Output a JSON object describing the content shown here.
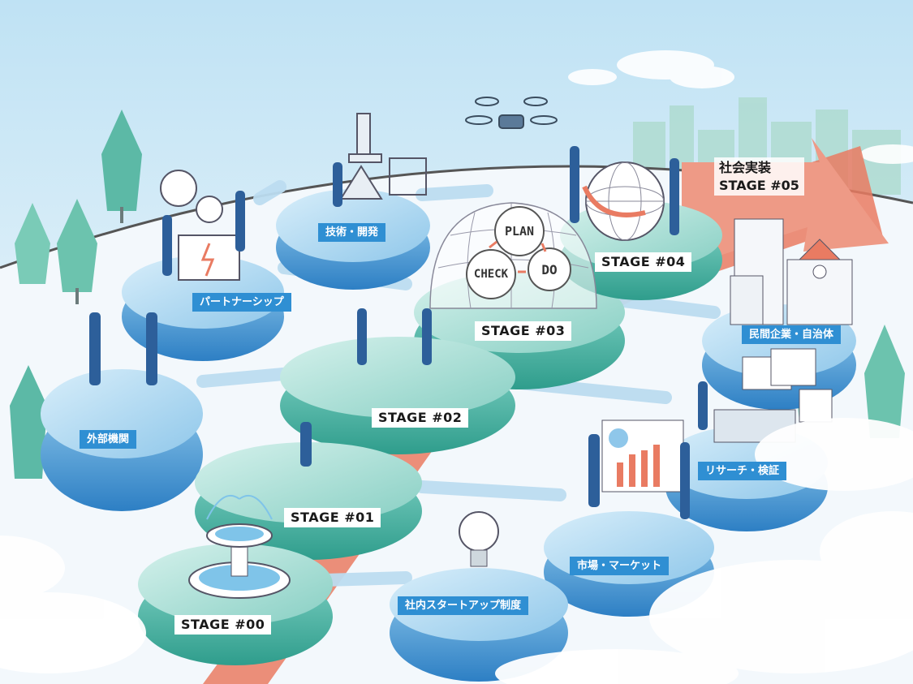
{
  "diagram": {
    "stages": {
      "s00": "STAGE #00",
      "s01": "STAGE #01",
      "s02": "STAGE #02",
      "s03": "STAGE #03",
      "s04": "STAGE #04",
      "s05_title": "社会実装",
      "s05": "STAGE #05"
    },
    "nodes": {
      "startup": "社内スタートアップ制度",
      "market": "市場・マーケット",
      "research": "リサーチ・検証",
      "external": "外部機関",
      "partnership": "パートナーシップ",
      "tech": "技術・開発",
      "private": "民間企業・自治体"
    },
    "cycle": {
      "plan": "PLAN",
      "do": "DO",
      "check": "CHECK"
    },
    "colors": {
      "platform_teal": "#4fb3a6",
      "platform_blue": "#2f8fd3",
      "path_red": "#e97b62",
      "label_blue": "#2f8fd3"
    }
  }
}
